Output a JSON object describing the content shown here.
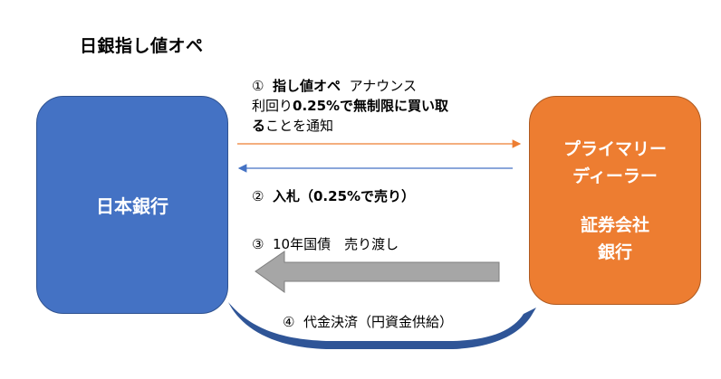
{
  "title": "日銀指し値オペ",
  "boj": {
    "label": "日本銀行",
    "color": "#4472c4"
  },
  "dealer": {
    "line1": "プライマリー",
    "line2": "ディーラー",
    "line3": "証券会社",
    "line4": "銀行",
    "color": "#ed7d31"
  },
  "steps": {
    "s1_num": "①",
    "s1_bold": "指し値オペ",
    "s1_rest": "アナウンス",
    "s1_line2_a": "利回り",
    "s1_line2_b": "0.25%で無制限に買い取",
    "s1_line3_a": "る",
    "s1_line3_b": "ことを通知",
    "s2_num": "②",
    "s2_bold": "入札（0.25%で売り）",
    "s3_num": "③",
    "s3_text": "10年国債　売り渡し",
    "s4_num": "④",
    "s4_text": "代金決済（円資金供給）"
  },
  "colors": {
    "announce_arrow": "#ed7d31",
    "bid_arrow": "#4472c4",
    "bond_arrow": "#a6a6a6",
    "payment_arrow": "#2f5597"
  }
}
